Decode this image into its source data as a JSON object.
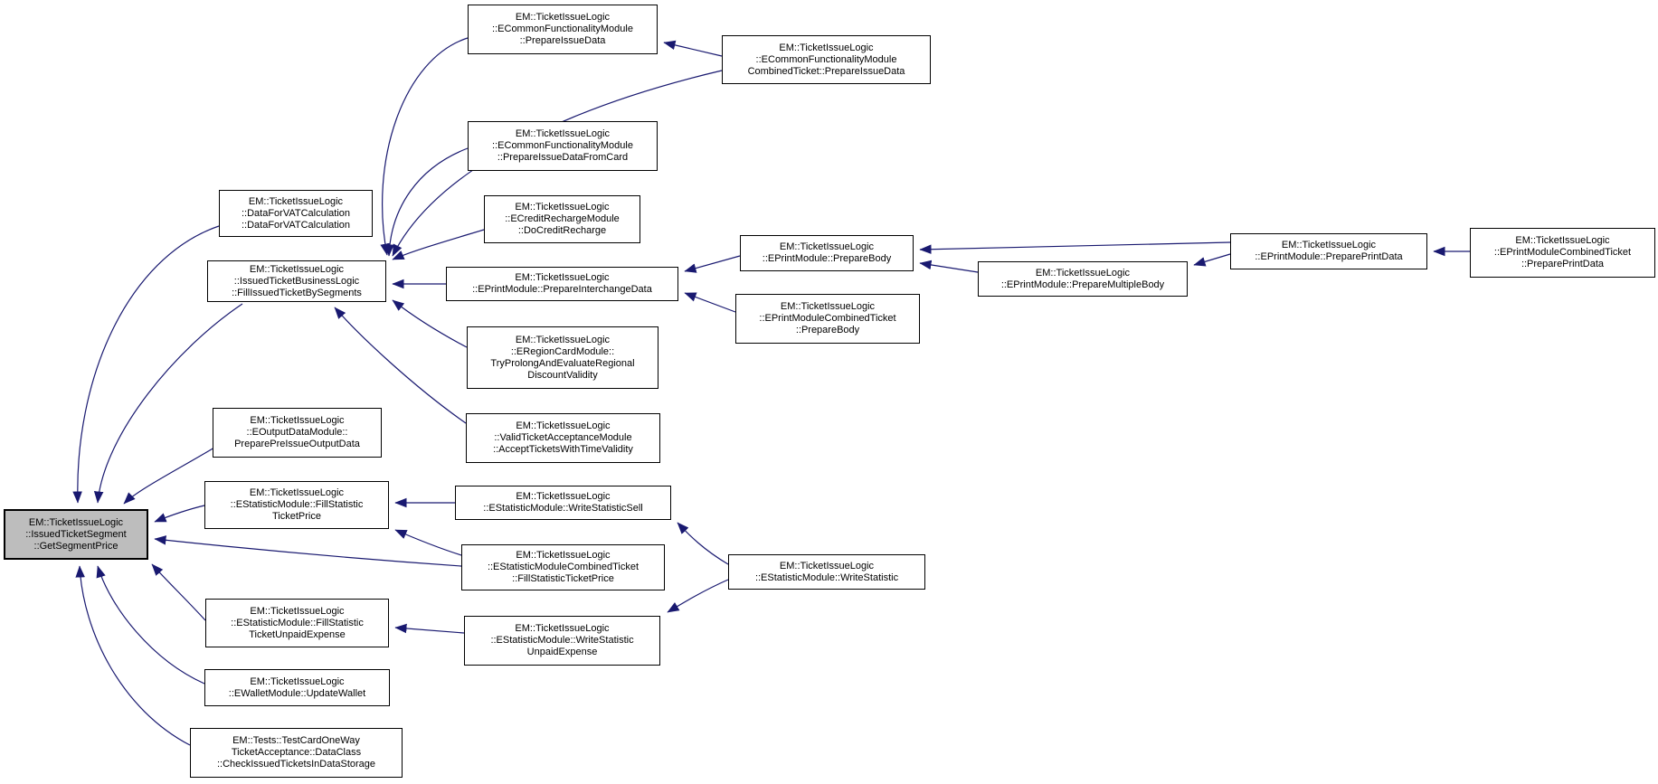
{
  "diagram": {
    "type": "call-graph",
    "focus_node": "n0",
    "nodes": {
      "n0": {
        "label": "EM::TicketIssueLogic\n::IssuedTicketSegment\n::GetSegmentPrice"
      },
      "n1": {
        "label": "EM::TicketIssueLogic\n::DataForVATCalculation\n::DataForVATCalculation"
      },
      "n2": {
        "label": "EM::TicketIssueLogic\n::IssuedTicketBusinessLogic\n::FillIssuedTicketBySegments"
      },
      "n3": {
        "label": "EM::TicketIssueLogic\n::ECommonFunctionalityModule\n::PrepareIssueData"
      },
      "n4": {
        "label": "EM::TicketIssueLogic\n::ECommonFunctionalityModule\nCombinedTicket::PrepareIssueData"
      },
      "n5": {
        "label": "EM::TicketIssueLogic\n::ECommonFunctionalityModule\n::PrepareIssueDataFromCard"
      },
      "n6": {
        "label": "EM::TicketIssueLogic\n::ECreditRechargeModule\n::DoCreditRecharge"
      },
      "n7": {
        "label": "EM::TicketIssueLogic\n::EPrintModule::PrepareInterchangeData"
      },
      "n8": {
        "label": "EM::TicketIssueLogic\n::EPrintModule::PrepareBody"
      },
      "n9": {
        "label": "EM::TicketIssueLogic\n::EPrintModuleCombinedTicket\n::PrepareBody"
      },
      "n10": {
        "label": "EM::TicketIssueLogic\n::EPrintModule::PrepareMultipleBody"
      },
      "n11": {
        "label": "EM::TicketIssueLogic\n::EPrintModule::PreparePrintData"
      },
      "n12": {
        "label": "EM::TicketIssueLogic\n::EPrintModuleCombinedTicket\n::PreparePrintData"
      },
      "n13": {
        "label": "EM::TicketIssueLogic\n::ERegionCardModule::\nTryProlongAndEvaluateRegional\nDiscountValidity"
      },
      "n14": {
        "label": "EM::TicketIssueLogic\n::ValidTicketAcceptanceModule\n::AcceptTicketsWithTimeValidity"
      },
      "n15": {
        "label": "EM::TicketIssueLogic\n::EOutputDataModule::\nPreparePreIssueOutputData"
      },
      "n16": {
        "label": "EM::TicketIssueLogic\n::EStatisticModule::FillStatistic\nTicketPrice"
      },
      "n17": {
        "label": "EM::TicketIssueLogic\n::EStatisticModule::WriteStatisticSell"
      },
      "n18": {
        "label": "EM::TicketIssueLogic\n::EStatisticModuleCombinedTicket\n::FillStatisticTicketPrice"
      },
      "n19": {
        "label": "EM::TicketIssueLogic\n::EStatisticModule::WriteStatistic"
      },
      "n20": {
        "label": "EM::TicketIssueLogic\n::EStatisticModule::FillStatistic\nTicketUnpaidExpense"
      },
      "n21": {
        "label": "EM::TicketIssueLogic\n::EStatisticModule::WriteStatistic\nUnpaidExpense"
      },
      "n22": {
        "label": "EM::TicketIssueLogic\n::EWalletModule::UpdateWallet"
      },
      "n23": {
        "label": "EM::Tests::TestCardOneWay\nTicketAcceptance::DataClass\n::CheckIssuedTicketsInDataStorage"
      }
    },
    "edges": [
      {
        "from": "n1",
        "to": "n0"
      },
      {
        "from": "n2",
        "to": "n0"
      },
      {
        "from": "n15",
        "to": "n0"
      },
      {
        "from": "n16",
        "to": "n0"
      },
      {
        "from": "n18",
        "to": "n0"
      },
      {
        "from": "n20",
        "to": "n0"
      },
      {
        "from": "n22",
        "to": "n0"
      },
      {
        "from": "n23",
        "to": "n0"
      },
      {
        "from": "n3",
        "to": "n2"
      },
      {
        "from": "n4",
        "to": "n3"
      },
      {
        "from": "n4",
        "to": "n2"
      },
      {
        "from": "n5",
        "to": "n2"
      },
      {
        "from": "n6",
        "to": "n2"
      },
      {
        "from": "n7",
        "to": "n2"
      },
      {
        "from": "n13",
        "to": "n2"
      },
      {
        "from": "n14",
        "to": "n2"
      },
      {
        "from": "n8",
        "to": "n7"
      },
      {
        "from": "n9",
        "to": "n7"
      },
      {
        "from": "n11",
        "to": "n8"
      },
      {
        "from": "n10",
        "to": "n8"
      },
      {
        "from": "n11",
        "to": "n10"
      },
      {
        "from": "n12",
        "to": "n11"
      },
      {
        "from": "n17",
        "to": "n16"
      },
      {
        "from": "n18",
        "to": "n16"
      },
      {
        "from": "n19",
        "to": "n17"
      },
      {
        "from": "n19",
        "to": "n21"
      },
      {
        "from": "n21",
        "to": "n20"
      }
    ]
  },
  "colors": {
    "edge": "#191970",
    "node_border": "#000000",
    "node_fill": "#ffffff",
    "focus_fill": "#bdbdbd",
    "text": "#000000"
  }
}
